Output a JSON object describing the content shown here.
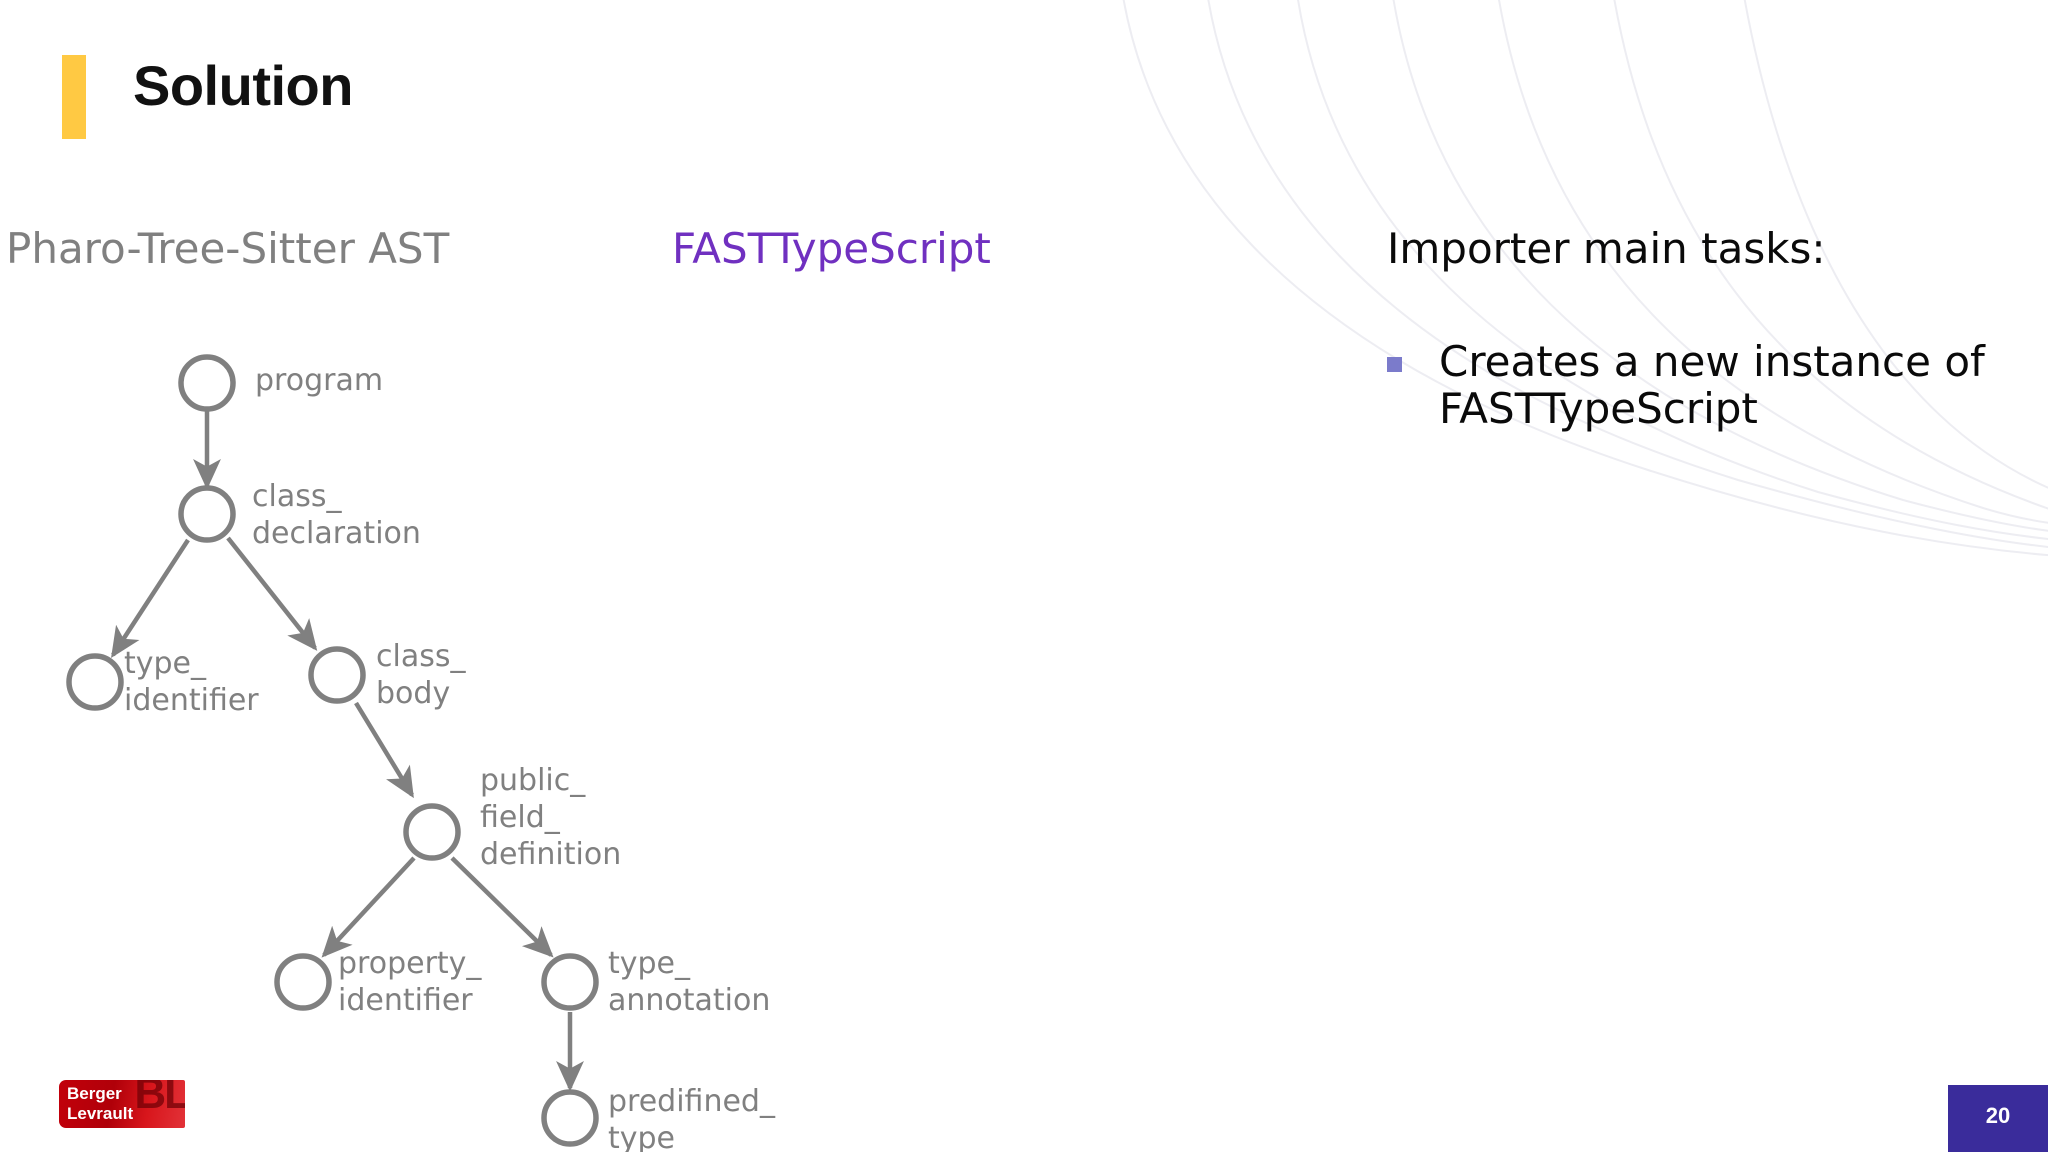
{
  "slide": {
    "title": "Solution",
    "accent_bar_color": "#FFC943",
    "background_color": "#ffffff",
    "page_number": "20"
  },
  "columns": {
    "left_heading": "Pharo-Tree-Sitter AST",
    "left_heading_color": "#808080",
    "middle_heading": "FASTTypeScript",
    "middle_heading_color": "#7030C0"
  },
  "ast_tree": {
    "node_color": "#808080",
    "nodes": [
      {
        "id": "program",
        "label": "program",
        "label_lines": [
          "program"
        ]
      },
      {
        "id": "class_declaration",
        "label": "class_ declaration",
        "label_lines": [
          "class_",
          "declaration"
        ]
      },
      {
        "id": "type_identifier",
        "label": "type_ identifier",
        "label_lines": [
          "type_",
          "identifier"
        ]
      },
      {
        "id": "class_body",
        "label": "class_ body",
        "label_lines": [
          "class_",
          "body"
        ]
      },
      {
        "id": "public_field_definition",
        "label": "public_ field_ definition",
        "label_lines": [
          "public_",
          "field_",
          "definition"
        ]
      },
      {
        "id": "property_identifier",
        "label": "property_ identifier",
        "label_lines": [
          "property_",
          "identifier"
        ]
      },
      {
        "id": "type_annotation",
        "label": "type_ annotation",
        "label_lines": [
          "type_",
          "annotation"
        ]
      },
      {
        "id": "predifined_type",
        "label": "predifined_ type",
        "label_lines": [
          "predifined_",
          "type"
        ]
      }
    ],
    "edges": [
      {
        "from": "program",
        "to": "class_declaration"
      },
      {
        "from": "class_declaration",
        "to": "type_identifier"
      },
      {
        "from": "class_declaration",
        "to": "class_body"
      },
      {
        "from": "class_body",
        "to": "public_field_definition"
      },
      {
        "from": "public_field_definition",
        "to": "property_identifier"
      },
      {
        "from": "public_field_definition",
        "to": "type_annotation"
      },
      {
        "from": "type_annotation",
        "to": "predifined_type"
      }
    ]
  },
  "right_panel": {
    "heading": "Importer main tasks:",
    "bullet_color": "#7B7BCB",
    "items": [
      "Creates a new instance of FASTTypeScript"
    ]
  },
  "logo": {
    "line1": "Berger",
    "line2": "Levrault",
    "mark": "BL",
    "color": "#C2000B"
  }
}
